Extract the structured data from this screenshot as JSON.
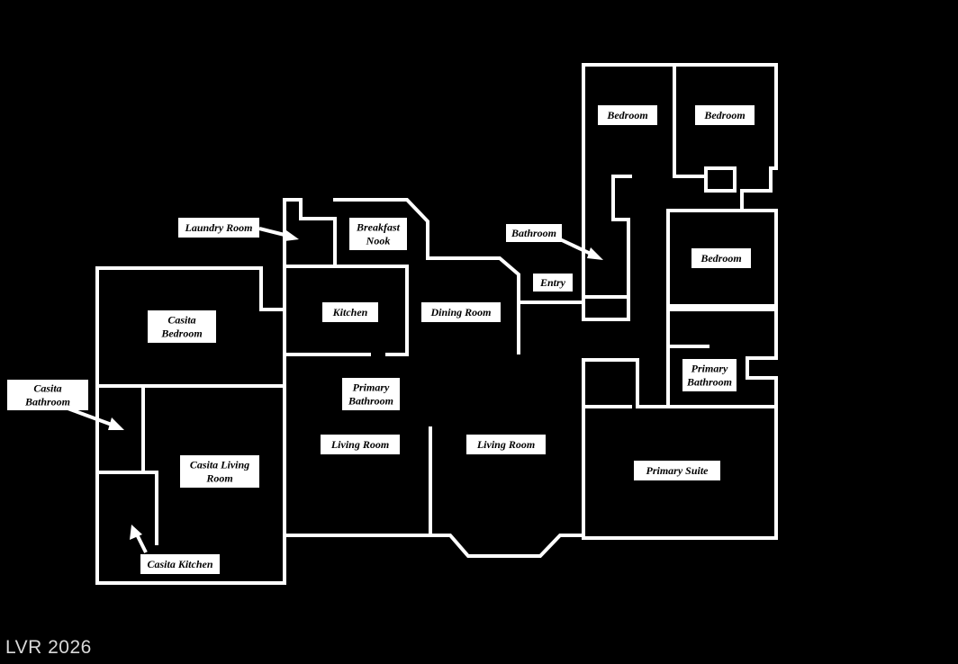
{
  "rooms": {
    "bedroom_1": [
      "Bedroom"
    ],
    "bedroom_2": [
      "Bedroom"
    ],
    "bedroom_3": [
      "Bedroom"
    ],
    "laundry": [
      "Laundry Room"
    ],
    "breakfast_nook": [
      "Breakfast",
      "Nook"
    ],
    "bathroom": [
      "Bathroom"
    ],
    "entry": [
      "Entry"
    ],
    "casita_bedroom": [
      "Casita",
      "Bedroom"
    ],
    "kitchen": [
      "Kitchen"
    ],
    "dining_room": [
      "Dining Room"
    ],
    "primary_bathroom_left": [
      "Primary",
      "Bathroom"
    ],
    "primary_bathroom_right": [
      "Primary",
      "Bathroom"
    ],
    "casita_bathroom": [
      "Casita",
      "Bathroom"
    ],
    "living_room_left": [
      "Living Room"
    ],
    "living_room_right": [
      "Living Room"
    ],
    "casita_living_room": [
      "Casita Living",
      "Room"
    ],
    "primary_suite": [
      "Primary Suite"
    ],
    "casita_kitchen": [
      "Casita Kitchen"
    ]
  },
  "watermark": "LVR 2026"
}
